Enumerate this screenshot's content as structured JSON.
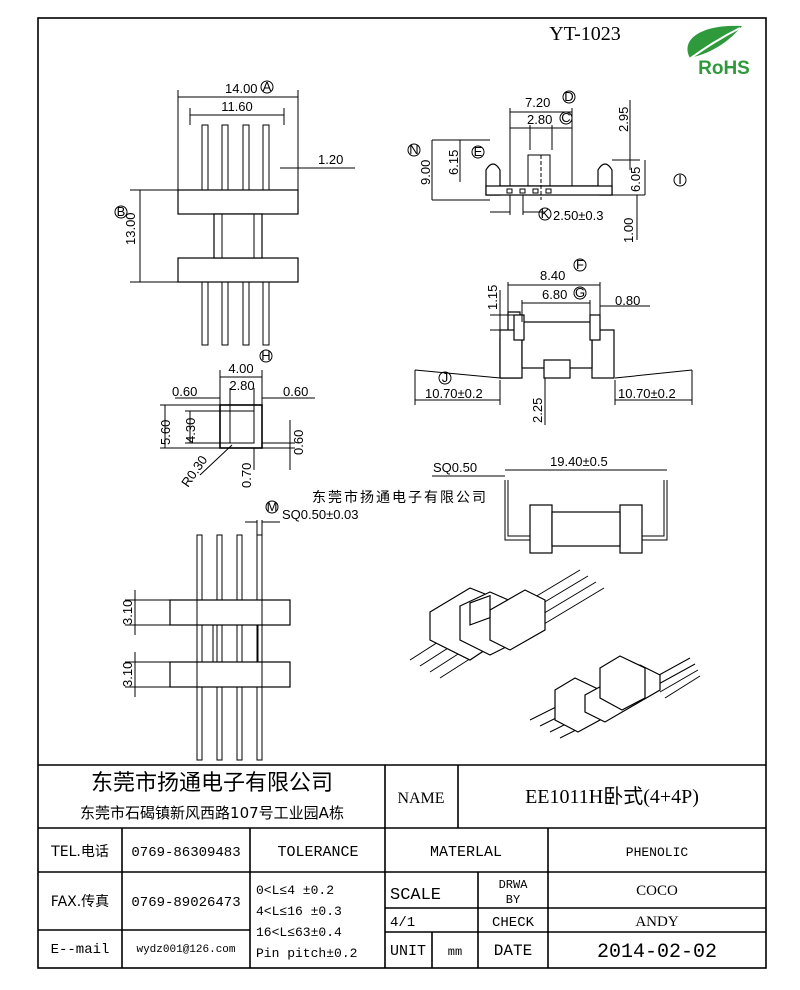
{
  "header": {
    "part_code": "YT-1023",
    "rohs_logo": "RoHS"
  },
  "watermark": "东莞市扬通电子有限公司",
  "dims": {
    "top_view": {
      "w_overall": "14.00",
      "w_pins": "11.60",
      "pin_w": "1.20",
      "height": "13.00",
      "tag_a": "A",
      "tag_b": "B"
    },
    "front_view": {
      "w_d": "7.20",
      "w_c": "2.80",
      "h_total": "9.00",
      "h_e": "6.15",
      "h_top": "2.95",
      "h_i": "6.05",
      "h_base": "1.00",
      "pitch": "2.50±0.3",
      "tag_d": "D",
      "tag_c": "C",
      "tag_n": "N",
      "tag_e": "E",
      "tag_i": "I",
      "tag_k": "K"
    },
    "section": {
      "w_outer": "4.00",
      "w_inner": "2.80",
      "wall_l": "0.60",
      "wall_r": "0.60",
      "h_outer": "5.60",
      "h_inner": "4.30",
      "wall_b": "0.60",
      "radius": "R0.30",
      "bottom": "0.70",
      "tag_h": "H"
    },
    "side_view": {
      "w_f": "8.40",
      "w_g": "6.80",
      "flange": "0.80",
      "h_top": "1.15",
      "lead_l": "10.70±0.2",
      "lead_r": "10.70±0.2",
      "h_mid": "2.25",
      "tag_f": "F",
      "tag_g": "G",
      "tag_j": "J"
    },
    "pin_view": {
      "pin_span": "19.40±0.5",
      "pin_sq": "SQ0.50"
    },
    "bottom_view": {
      "pin_sq": "SQ0.50±0.03",
      "flange_top": "3.10",
      "flange_bot": "3.10",
      "tag_m": "M"
    }
  },
  "title_block": {
    "company": "东莞市扬通电子有限公司",
    "address": "东莞市石碣镇新风西路107号工业园A栋",
    "name_label": "NAME",
    "name_value": "EE1011H卧式(4+4P)",
    "tel_label": "TEL.电话",
    "tel_value": "0769-86309483",
    "fax_label": "FAX.传真",
    "fax_value": "0769-89026473",
    "email_label": "E--mail",
    "email_value": "wydz001@126.com",
    "tolerance_label": "TOLERANCE",
    "tolerances": [
      "0<L≤4   ±0.2",
      "4<L≤16  ±0.3",
      "16<L≤63±0.4",
      "Pin pitch±0.2"
    ],
    "material_label": "MATERLAL",
    "material_value": "PHENOLIC",
    "scale_label": "SCALE",
    "scale_value": "4/1",
    "drawn_label_1": "DRWA",
    "drawn_label_2": "BY",
    "drawn_value": "COCO",
    "check_label": "CHECK",
    "check_value": "ANDY",
    "unit_label": "UNIT",
    "unit_value": "mm",
    "date_label": "DATE",
    "date_value": "2014-02-02"
  }
}
